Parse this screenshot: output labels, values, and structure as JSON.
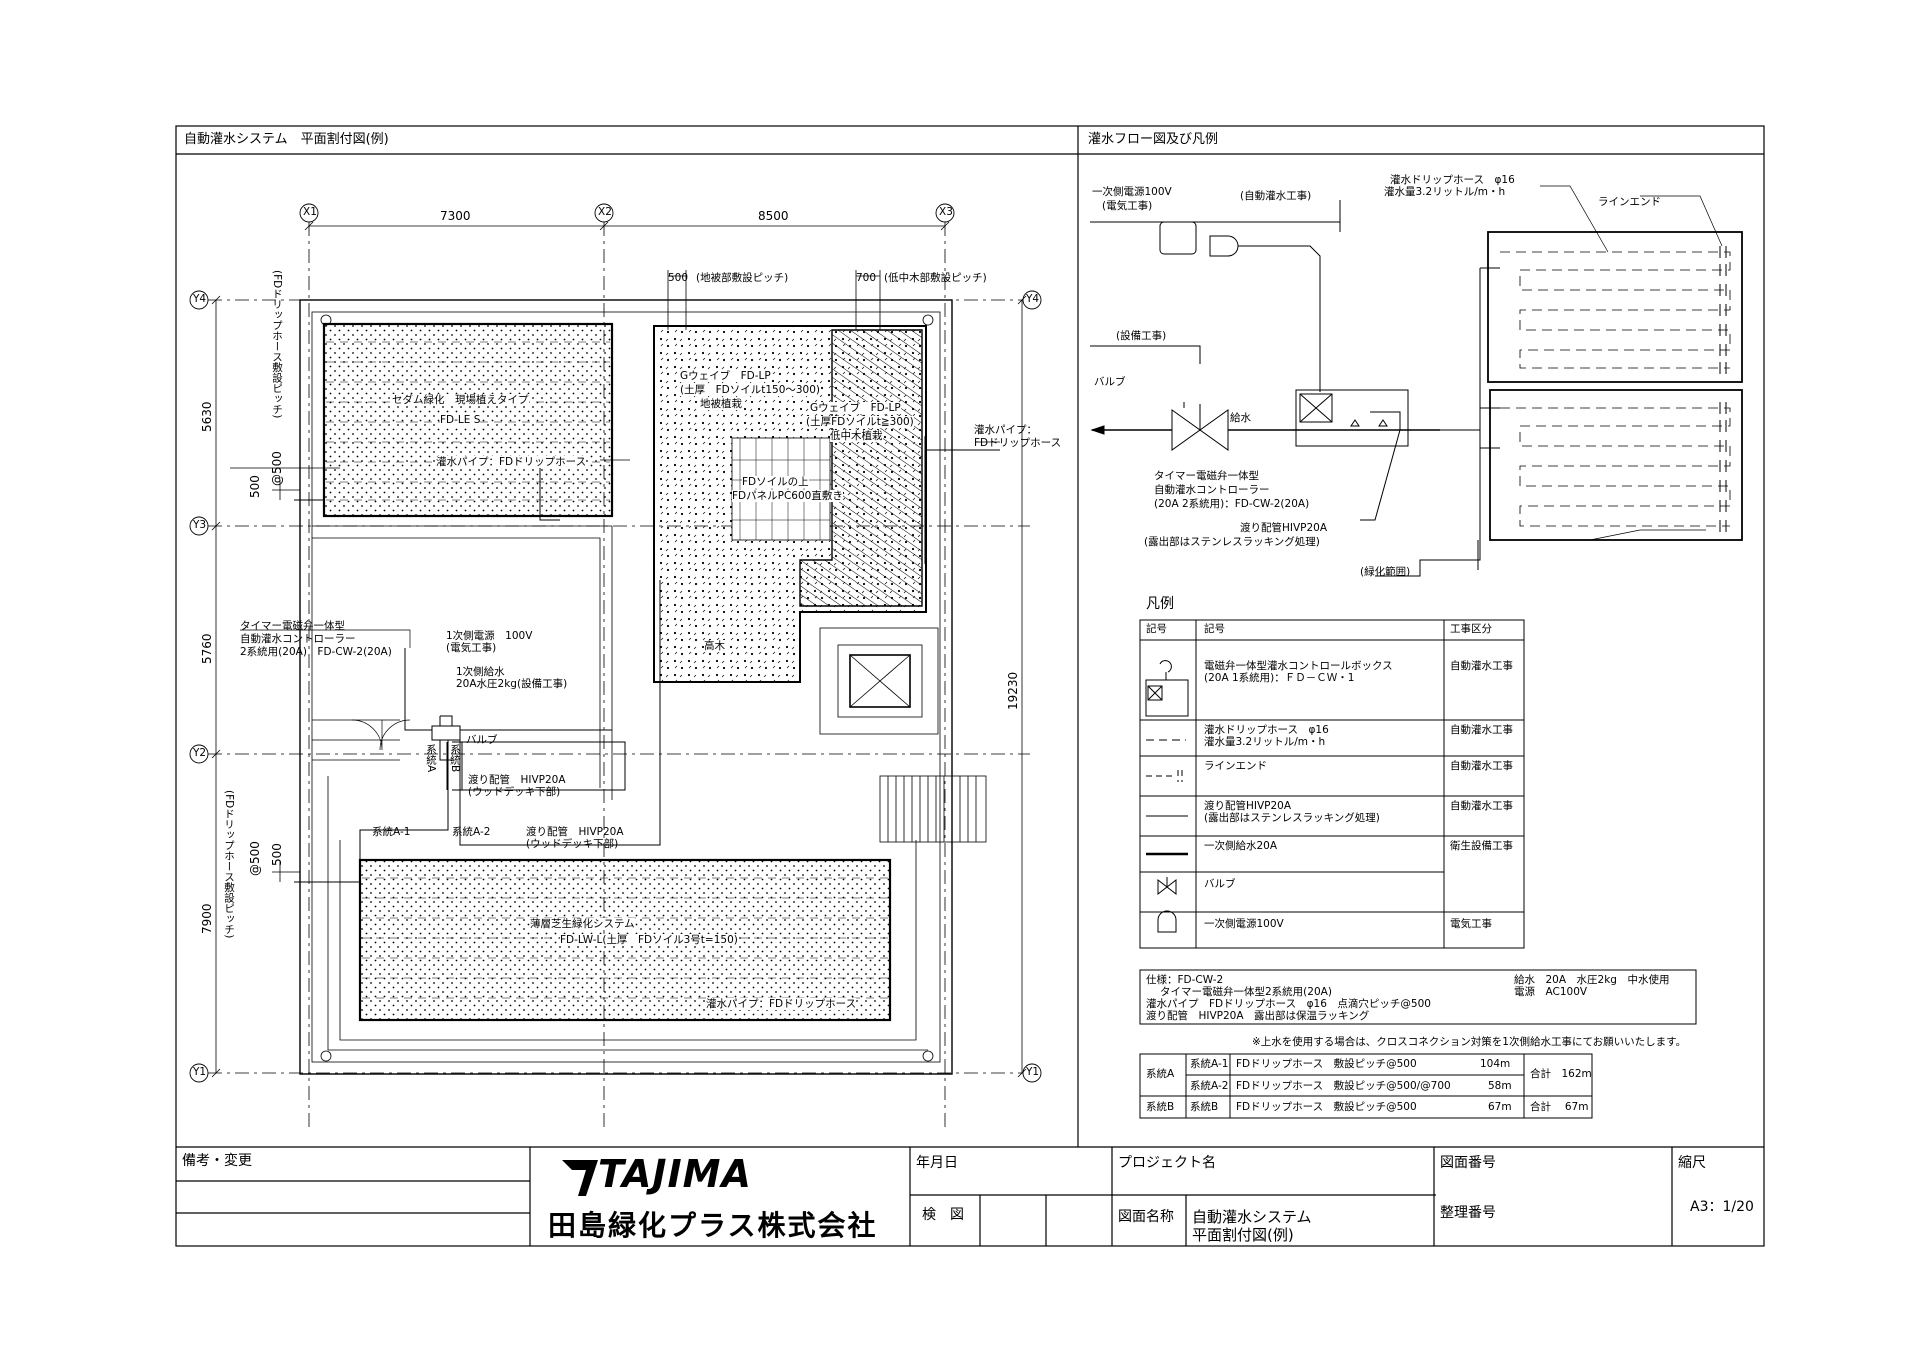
{
  "headers": {
    "left": "自動灌水システム　平面割付図(例)",
    "right": "灌水フロー図及び凡例"
  },
  "plan": {
    "grid_x": [
      "X1",
      "X2",
      "X3"
    ],
    "grid_y": [
      "Y4",
      "Y3",
      "Y2",
      "Y1"
    ],
    "dim_x": [
      "7300",
      "8500"
    ],
    "dim_y": [
      "5630",
      "5760",
      "7900"
    ],
    "dim_total": "19230",
    "pitch500": "500",
    "pitch500_note": "(地被部敷設ピッチ)",
    "pitch700": "700",
    "pitch700_note": "(低中木部敷設ピッチ)",
    "drip_pitch_top": "(FDドリップホース敷設ピッチ)",
    "drip_pitch_bottom": "(FDドリップホース敷設ピッチ)",
    "at500_a": "@500",
    "at500_b": "@500",
    "d500_a": "500",
    "d500_b": "500",
    "sedum_1": "セダム緑化　現場植えタイプ",
    "sedum_2": "FD-LE S",
    "sedum_pipe": "灌水パイプ：FDドリップホース",
    "gw1_1": "Gウェイブ　FD-LP",
    "gw1_2": "(土厚　FDソイルt150～300)",
    "gw1_3": "地被植栽",
    "gw2_1": "Gウェイブ　FD-LP",
    "gw2_2": "(土厚FDソイルt≧300)",
    "gw2_3": "低中木植栽",
    "soil_1": "FDソイルの上",
    "soil_2": "FDパネルPC600直敷き",
    "tree": "高木",
    "pipe_1": "灌水パイプ：",
    "pipe_2": "FDドリップホース",
    "ctrl_1": "タイマー電磁弁一体型",
    "ctrl_2": "自動灌水コントローラー",
    "ctrl_3": "2系統用(20A)　FD-CW-2(20A)",
    "power_1": "1次側電源　100V",
    "power_2": "(電気工事)",
    "water_1": "1次側給水",
    "water_2": "20A水圧2kg(設備工事)",
    "valve": "バルブ",
    "sysA": "系統A",
    "sysB": "系統B",
    "cross_1": "渡り配管　HIVP20A",
    "cross_2": "(ウッドデッキ下部)",
    "sysA1": "系統A-1",
    "sysA2": "系統A-2",
    "cross2_1": "渡り配管　HIVP20A",
    "cross2_2": "(ウッドデッキ下部)",
    "turf_1": "薄層芝生緑化システム",
    "turf_2": "FD-LW-L(土厚　FDソイル3号t=150)",
    "turf_pipe": "灌水パイプ：FDドリップホース"
  },
  "flow": {
    "power_1": "一次側電源100V",
    "power_2": "(電気工事)",
    "auto": "(自動灌水工事)",
    "hose_1": "灌水ドリップホース　φ16",
    "hose_2": "灌水量3.2リットル/m・h",
    "line_end": "ラインエンド",
    "equip": "(設備工事)",
    "valve": "バルブ",
    "supply": "給水",
    "ctrl_1": "タイマー電磁弁一体型",
    "ctrl_2": "自動灌水コントローラー",
    "ctrl_3": "(20A 2系統用)：FD-CW-2(20A)",
    "cross_1": "渡り配管HIVP20A",
    "cross_2": "(露出部はステンレスラッキング処理)",
    "green": "(緑化範囲)"
  },
  "legend": {
    "title": "凡例",
    "headers": [
      "記号",
      "記号",
      "工事区分"
    ],
    "rows": [
      {
        "desc": "電磁弁一体型灌水コントロールボックス\n(20A 1系統用)：ＦＤ－ＣＷ・1",
        "cat": "自動灌水工事"
      },
      {
        "desc": "灌水ドリップホース　φ16\n灌水量3.2リットル/m・h",
        "cat": "自動灌水工事"
      },
      {
        "desc": "ラインエンド",
        "cat": "自動灌水工事"
      },
      {
        "desc": "渡り配管HIVP20A\n(露出部はステンレスラッキング処理)",
        "cat": "自動灌水工事"
      },
      {
        "desc": "一次側給水20A",
        "cat": "衛生設備工事"
      },
      {
        "desc": "バルブ",
        "cat": ""
      },
      {
        "desc": "一次側電源100V",
        "cat": "電気工事"
      }
    ]
  },
  "spec": {
    "l1": "仕様：FD-CW-2",
    "l2": "タイマー電磁弁一体型2系統用(20A)",
    "l3": "灌水パイプ　FDドリップホース　φ16　点滴穴ピッチ@500",
    "l4": "渡り配管　HIVP20A　露出部は保温ラッキング",
    "r1": "給水　20A　水圧2kg　中水使用",
    "r2": "電源　AC100V",
    "note": "※上水を使用する場合は、クロスコネクション対策を1次側給水工事にてお願いいたします。"
  },
  "systems": {
    "A": "系統A",
    "A1": "系統A-1",
    "A1_desc": "FDドリップホース　敷設ピッチ@500",
    "A1_len": "104m",
    "A2": "系統A-2",
    "A2_desc": "FDドリップホース　敷設ピッチ@500/@700",
    "A2_len": "58m",
    "A_sum": "合計　162m",
    "B": "系統B",
    "B1": "系統B",
    "B_desc": "FDドリップホース　敷設ピッチ@500",
    "B_len": "67m",
    "B_sum": "合計　 67m"
  },
  "title_block": {
    "remarks": "備考・変更",
    "brand": "TAJIMA",
    "company": "田島緑化プラス株式会社",
    "date": "年月日",
    "check": "検　図",
    "project": "プロジェクト名",
    "dwg_name_label": "図面名称",
    "dwg_name_1": "自動灌水システム",
    "dwg_name_2": "平面割付図(例)",
    "dwg_no": "図面番号",
    "ref_no": "整理番号",
    "scale_label": "縮尺",
    "scale": "A3：1/20"
  }
}
